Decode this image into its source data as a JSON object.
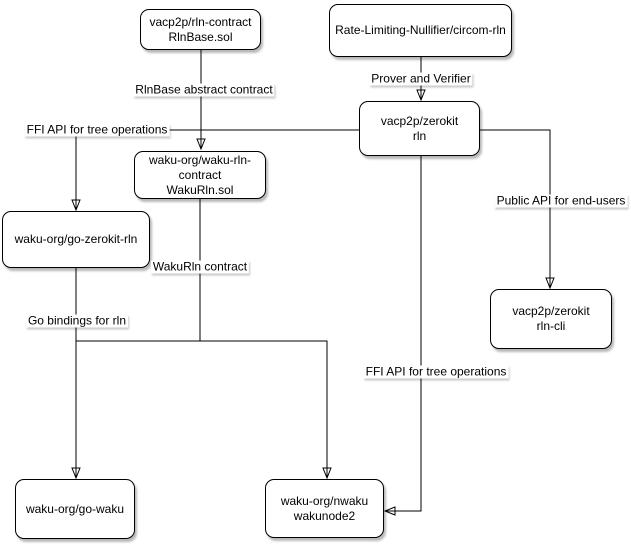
{
  "diagram": {
    "background_color": "#ffffff",
    "stroke_color": "#000000",
    "node_fill_color": "#ffffff",
    "nodes": {
      "rln_contract": "vacp2p/rln-contract\nRlnBase.sol",
      "circom_rln": "Rate-Limiting-Nullifier/circom-rln",
      "zerokit_rln": "vacp2p/zerokit\nrln",
      "waku_rln_contract": "waku-org/waku-rln-\ncontract\nWakuRln.sol",
      "go_zerokit_rln": "waku-org/go-zerokit-rln",
      "zerokit_rln_cli": "vacp2p/zerokit\nrln-cli",
      "go_waku": "waku-org/go-waku",
      "nwaku": "waku-org/nwaku\nwakunode2"
    },
    "edges": [
      {
        "from": "rln_contract",
        "to": "waku_rln_contract",
        "label": "RlnBase abstract contract"
      },
      {
        "from": "circom_rln",
        "to": "zerokit_rln",
        "label": "Prover and Verifier"
      },
      {
        "from": "zerokit_rln",
        "to": "go_zerokit_rln",
        "label": "FFI API for tree operations"
      },
      {
        "from": "zerokit_rln",
        "to": "zerokit_rln_cli",
        "label": "Public API for end-users"
      },
      {
        "from": "zerokit_rln",
        "to": "nwaku",
        "label": "FFI API for tree operations"
      },
      {
        "from": "waku_rln_contract",
        "to": "go_waku",
        "label": "WakuRln contract"
      },
      {
        "from": "waku_rln_contract",
        "to": "nwaku",
        "label": "WakuRln contract"
      },
      {
        "from": "go_zerokit_rln",
        "to": "go_waku",
        "label": "Go bindings for rln"
      }
    ]
  }
}
